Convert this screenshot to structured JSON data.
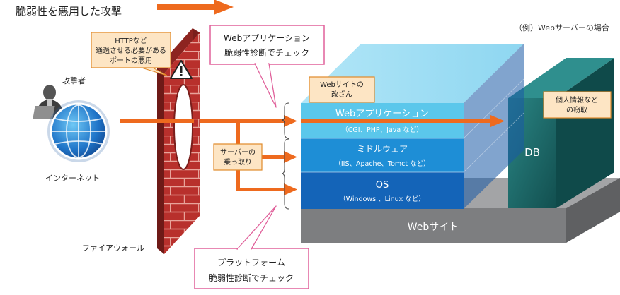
{
  "legend": {
    "label": "脆弱性を悪用した攻撃",
    "arrow_color": "#ee6a1e"
  },
  "example_label": "（例）Webサーバーの場合",
  "attacker": {
    "label": "攻撃者",
    "icon": "attacker-with-laptop-icon"
  },
  "internet": {
    "label": "インターネット",
    "icon": "globe-icon"
  },
  "firewall": {
    "label": "ファイアウォール",
    "color": "#b8302c",
    "callout": [
      "HTTPなど",
      "通過させる必要がある",
      "ポートの悪用"
    ],
    "warning_icon": "warning-triangle-icon"
  },
  "callouts": {
    "web_app_check": [
      "Webアプリケーション",
      "脆弱性診断でチェック"
    ],
    "platform_check": [
      "プラットフォーム",
      "脆弱性診断でチェック"
    ],
    "site_tamper": [
      "Webサイトの",
      "改ざん"
    ],
    "server_takeover": [
      "サーバーの",
      "乗っ取り"
    ],
    "info_theft": [
      "個人情報など",
      "の窃取"
    ]
  },
  "layers": [
    {
      "name": "Webアプリケーション",
      "detail": "（CGI、PHP、Java など）",
      "color": "#4fc3ea"
    },
    {
      "name": "ミドルウェア",
      "detail": "（IIS、Apache、Tomct など）",
      "color": "#1e8ed6"
    },
    {
      "name": "OS",
      "detail": "（Windows 、Linux など）",
      "color": "#1464b8"
    }
  ],
  "db_label": "DB",
  "website_label": "Webサイト",
  "colors": {
    "callout_fill": "#fde5c4",
    "callout_border": "#e08a2a",
    "check_border": "#e0609a",
    "db": "#1a6b6a",
    "base": "#7d7e80"
  }
}
